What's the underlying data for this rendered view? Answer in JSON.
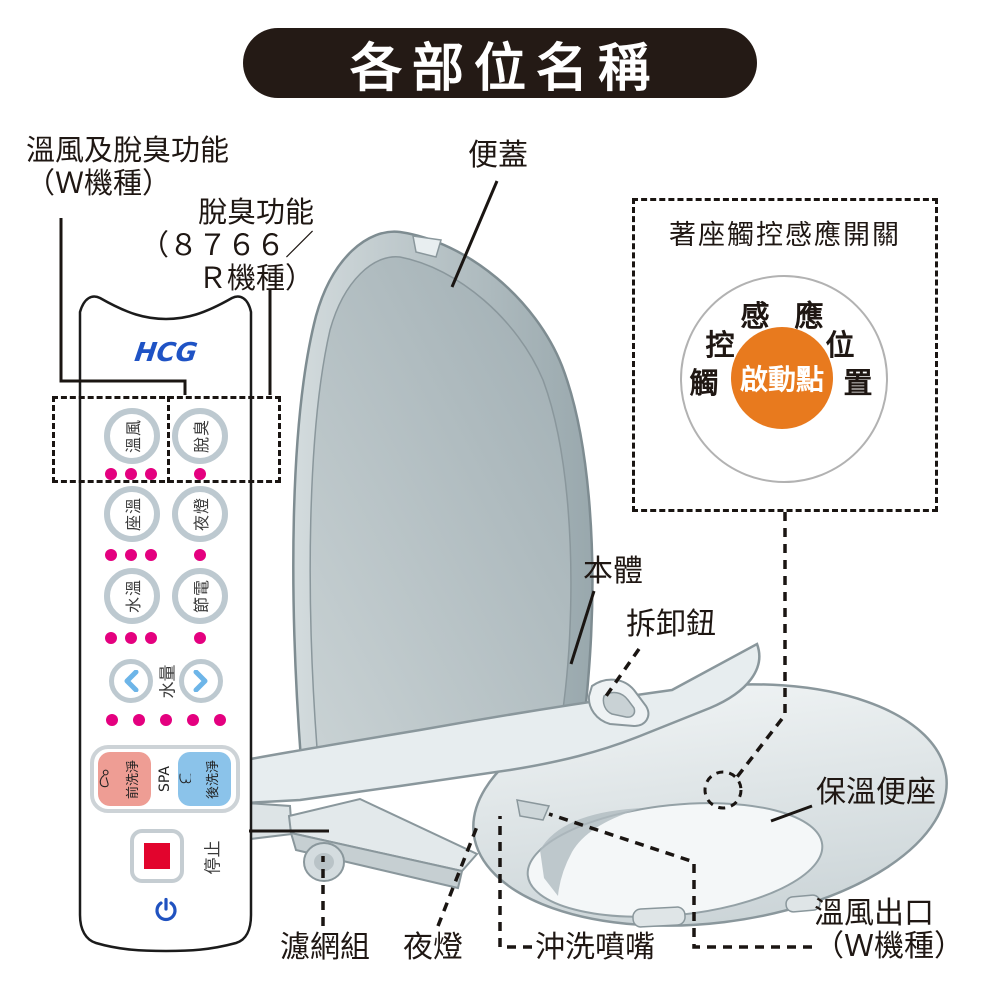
{
  "title": "各部位名稱",
  "colors": {
    "banner_bg": "#241a15",
    "orange": "#e87a1e",
    "dot": "#e4007f",
    "brand_blue": "#1f53c5",
    "stop_red": "#e2042d",
    "front_wash_bg": "#ee9d94",
    "rear_wash_bg": "#8bc3ea",
    "chevron_blue": "#6db5e8"
  },
  "callouts": {
    "warm_air_deodorize": {
      "line1": "溫風及脫臭功能",
      "line2": "（Ｗ機種）"
    },
    "deodorize": {
      "line1": "脫臭功能",
      "line2": "（８７６６／",
      "line3": "Ｒ機種）"
    },
    "lid": "便蓋",
    "body": "本體",
    "detach_button": "拆卸鈕",
    "heated_seat": "保溫便座",
    "warm_air_outlet": {
      "line1": "溫風出口",
      "line2": "（Ｗ機種）"
    },
    "wash_nozzle": "沖洗噴嘴",
    "night_light": "夜燈",
    "filter_set": "濾網組"
  },
  "sensor_box": {
    "title": "著座觸控感應開關",
    "center_label": "啟動點",
    "ring_chars": [
      "感",
      "應",
      "控",
      "位",
      "觸",
      "置"
    ]
  },
  "remote": {
    "brand": "HCG",
    "buttons": [
      {
        "label": "溫風"
      },
      {
        "label": "脫臭"
      },
      {
        "label": "座溫"
      },
      {
        "label": "夜燈"
      },
      {
        "label": "水溫"
      },
      {
        "label": "節電"
      }
    ],
    "water_volume": "水量",
    "spa": "SPA",
    "front_wash": "前洗淨",
    "rear_wash": "後洗淨",
    "stop": "停止"
  }
}
